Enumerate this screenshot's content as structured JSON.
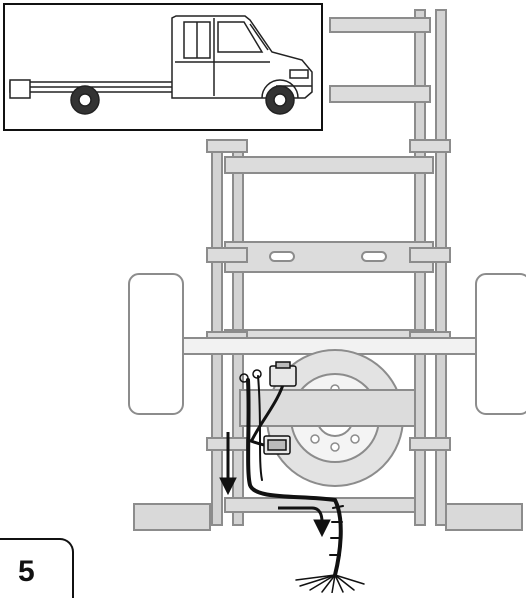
{
  "step": {
    "number": "5"
  },
  "colors": {
    "frame": "#9a9a9a",
    "frame_fill": "#d9d9d9",
    "wheel_fill": "#e6e6e6",
    "cable": "#111111",
    "outline": "#111111",
    "background": "#ffffff"
  },
  "icons": [
    "truck-side-view",
    "spare-wheel",
    "wiring-harness",
    "connector-plug",
    "direction-arrow"
  ]
}
